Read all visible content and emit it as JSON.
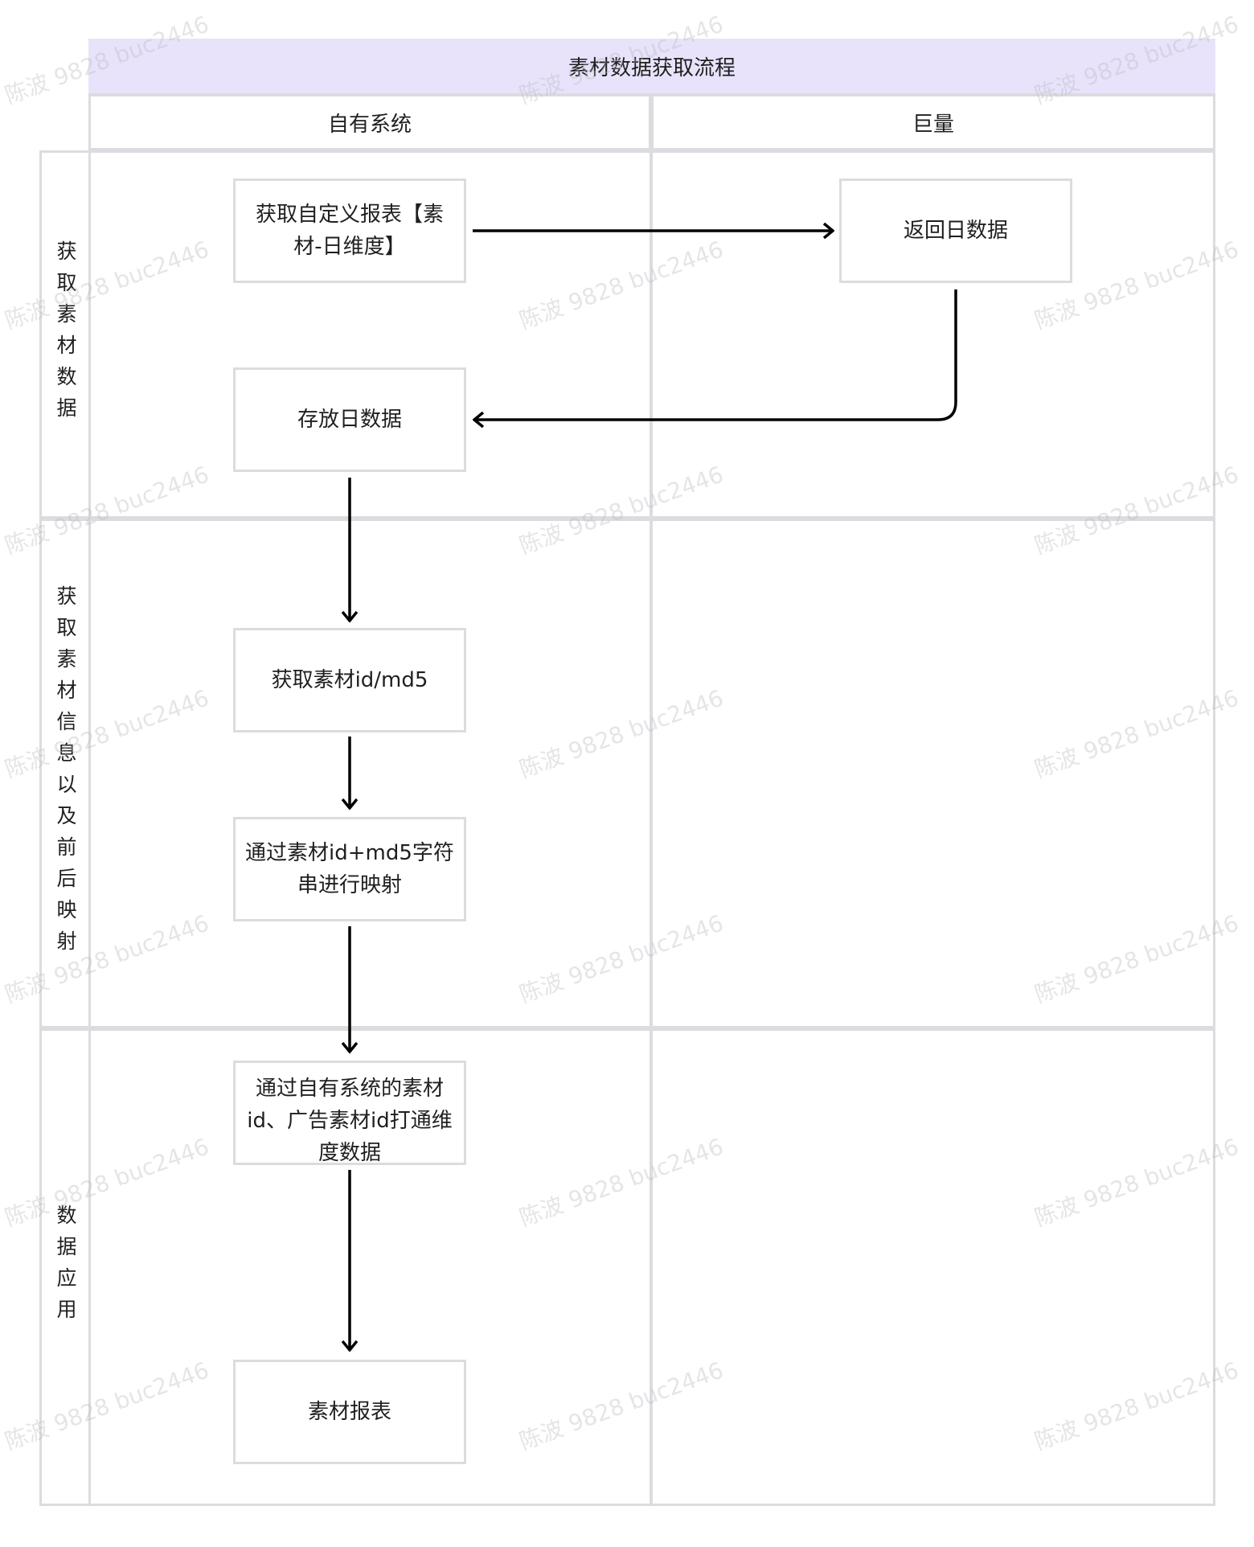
{
  "title": "素材数据获取流程",
  "columns": [
    "自有系统",
    "巨量"
  ],
  "lanes": [
    "获取素材数据",
    "获取素材信息以及前后映射",
    "数据应用"
  ],
  "nodes": {
    "custom_report": "获取自定义报表【素材-日维度】",
    "return_daily": "返回日数据",
    "store_daily": "存放日数据",
    "get_id_md5": "获取素材id/md5",
    "map_id_md5": "通过素材id+md5字符串进行映射",
    "join_ids": "通过自有系统的素材id、广告素材id打通维度数据",
    "material_report": "素材报表"
  },
  "watermark": "陈波 9828 buc2446",
  "colors": {
    "title_bg": "#e8e3fb",
    "border": "#dcdce0",
    "arrow": "#000000"
  }
}
